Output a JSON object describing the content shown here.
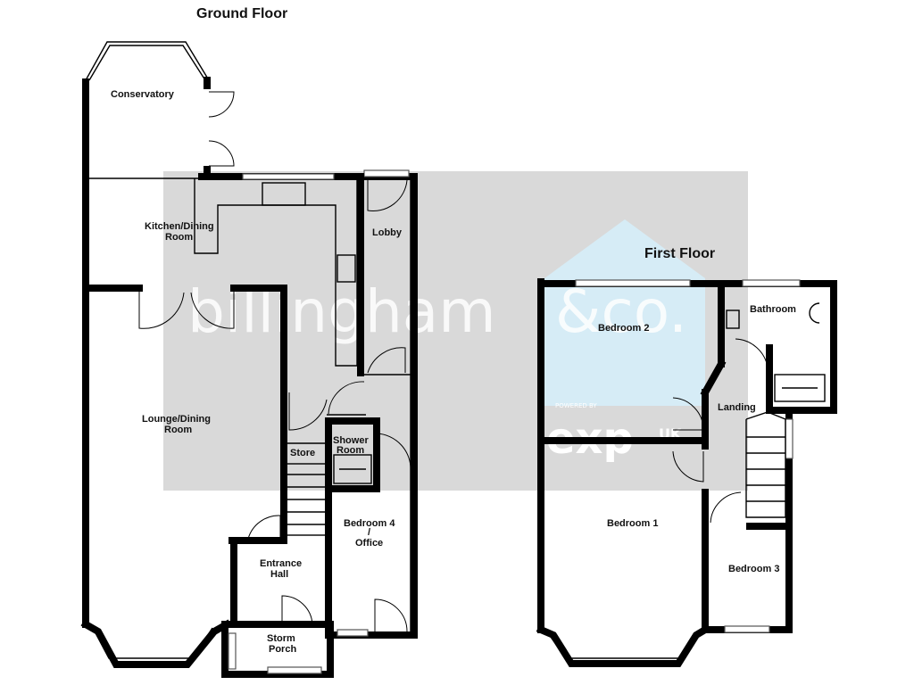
{
  "floors": {
    "ground": {
      "title": "Ground Floor",
      "rooms": {
        "conservatory": "Conservatory",
        "kitchen_line1": "Kitchen/Dining",
        "kitchen_line2": "Room",
        "lobby": "Lobby",
        "lounge_line1": "Lounge/Dining",
        "lounge_line2": "Room",
        "store": "Store",
        "shower_line1": "Shower",
        "shower_line2": "Room",
        "bedroom4_line1": "Bedroom 4",
        "bedroom4_line2": "/",
        "bedroom4_line3": "Office",
        "hall_line1": "Entrance",
        "hall_line2": "Hall",
        "porch_line1": "Storm",
        "porch_line2": "Porch"
      }
    },
    "first": {
      "title": "First Floor",
      "rooms": {
        "bedroom2": "Bedroom 2",
        "bathroom": "Bathroom",
        "landing": "Landing",
        "bedroom1": "Bedroom 1",
        "bedroom3": "Bedroom 3"
      }
    }
  },
  "watermark": {
    "brand": "billingham",
    "brand_suffix": "&co.",
    "powered_by": "POWERED BY",
    "exp_logo": "exp",
    "exp_region": "UK"
  },
  "colors": {
    "watermark_band": "#d9d9d9",
    "watermark_house": "#d6ecf6",
    "walls": "#000000"
  }
}
